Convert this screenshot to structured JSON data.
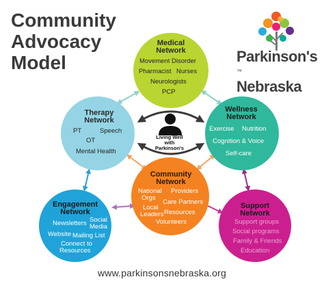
{
  "title": {
    "line1": "Community",
    "line2": "Advocacy",
    "line3": "Model"
  },
  "logo": {
    "line1": "Parkinson's",
    "line2": "Nebraska",
    "trademark": "™"
  },
  "center": {
    "line1": "Living Well",
    "line2": "with",
    "line3": "Parkinson's"
  },
  "networks": {
    "medical": {
      "title1": "Medical",
      "title2": "Network",
      "items": [
        "Movement Disorder",
        "Pharmacist",
        "Nurses",
        "Neurologists",
        "PCP"
      ],
      "color": "#b9d532"
    },
    "wellness": {
      "title1": "Wellness",
      "title2": "Network",
      "items": [
        "Exercise",
        "Nutrition",
        "Cognition & Voice",
        "Self-care"
      ],
      "color": "#2fb89c"
    },
    "therapy": {
      "title1": "Therapy",
      "title2": "Network",
      "items": [
        "PT",
        "Speech",
        "OT",
        "Mental Health"
      ],
      "color": "#94d4e4"
    },
    "community": {
      "title1": "Community",
      "title2": "Network",
      "items": [
        "National",
        "Orgs",
        "Providers",
        "Care Partners",
        "Local",
        "Leaders",
        "Resources",
        "Volunteers"
      ],
      "color": "#f58220"
    },
    "engagement": {
      "title1": "Engagement",
      "title2": "Network",
      "items": [
        "Newsletters",
        "Social",
        "Media",
        "Website",
        "Mailing List",
        "Connect to",
        "Resources"
      ],
      "color": "#1fa3d9"
    },
    "support": {
      "title1": "Support",
      "title2": "Network",
      "items": [
        "Support groups",
        "Social programs",
        "Family & Friends",
        "Education"
      ],
      "color": "#cc1f8f"
    }
  },
  "footer": {
    "url": "www.parkinsonsnebraska.org"
  }
}
